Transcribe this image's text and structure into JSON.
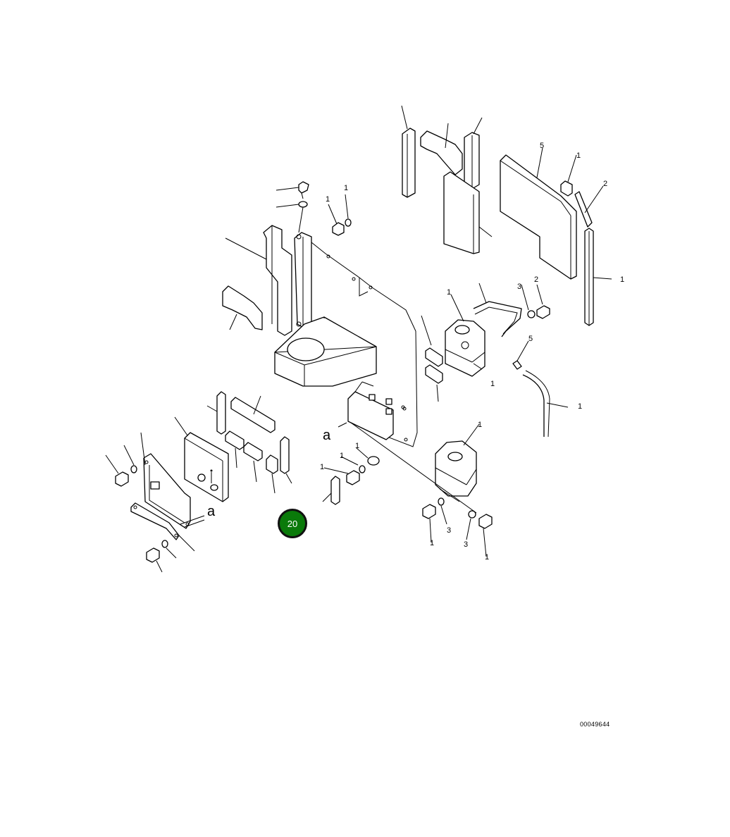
{
  "diagram": {
    "drawing_number": "00049644",
    "hotspot": {
      "label": "20",
      "color": "#0a7a0a"
    },
    "reference_letter": "a",
    "callout_numbers": [
      "1",
      "2",
      "3",
      "5"
    ],
    "line_color": "#000000"
  }
}
